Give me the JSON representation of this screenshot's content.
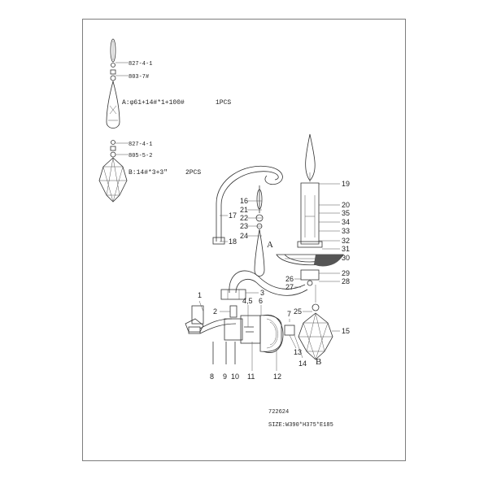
{
  "part_codes": {
    "a_top": "827-4-1",
    "a_mid": "803-7#",
    "b_top": "827-4-1",
    "b_mid": "805-5-2"
  },
  "spec_a": {
    "label": "A:φ61+14#*1+100#",
    "qty": "1PCS"
  },
  "spec_b": {
    "label": "B:14#*3+3\"",
    "qty": "2PCS"
  },
  "callouts": {
    "n1": "1",
    "n2": "2",
    "n3": "3",
    "n45": "4,5",
    "n6": "6",
    "n7": "7",
    "n8": "8",
    "n9": "9",
    "n10": "10",
    "n11": "11",
    "n12": "12",
    "n13": "13",
    "n14": "14",
    "n15": "15",
    "n16": "16",
    "n17": "17",
    "n18": "18",
    "n19": "19",
    "n20": "20",
    "n21": "21",
    "n22": "22",
    "n23": "23",
    "n24": "24",
    "n25": "25",
    "n26": "26",
    "n27": "27",
    "n28": "28",
    "n29": "29",
    "n30": "30",
    "n31": "31",
    "n32": "32",
    "n33": "33",
    "n34": "34",
    "n35": "35"
  },
  "markers": {
    "a": "A",
    "b": "B"
  },
  "model": "722624",
  "size": "SIZE:W390*H375*E185"
}
